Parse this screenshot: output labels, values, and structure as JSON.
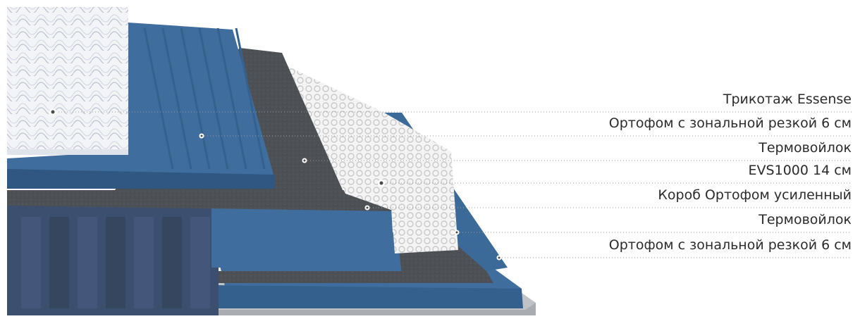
{
  "layers": [
    {
      "label": "Трикотаж Essense"
    },
    {
      "label": "Ортофом с зональной резкой 6 см"
    },
    {
      "label": "Термовойлок"
    },
    {
      "label": "EVS1000 14 см"
    },
    {
      "label": "Короб Ортофом усиленный"
    },
    {
      "label": "Термовойлок"
    },
    {
      "label": "Ортофом с зональной резкой 6 см"
    }
  ],
  "colors": {
    "foam_blue": "#3f6e9e",
    "foam_blue_dark": "#2f5781",
    "felt_gray": "#4d5156",
    "spring_white": "#eeeeee",
    "quilt_white": "#f2f4f8",
    "side_panel": "#3d4f6e",
    "base_gray": "#bfc2c6"
  }
}
